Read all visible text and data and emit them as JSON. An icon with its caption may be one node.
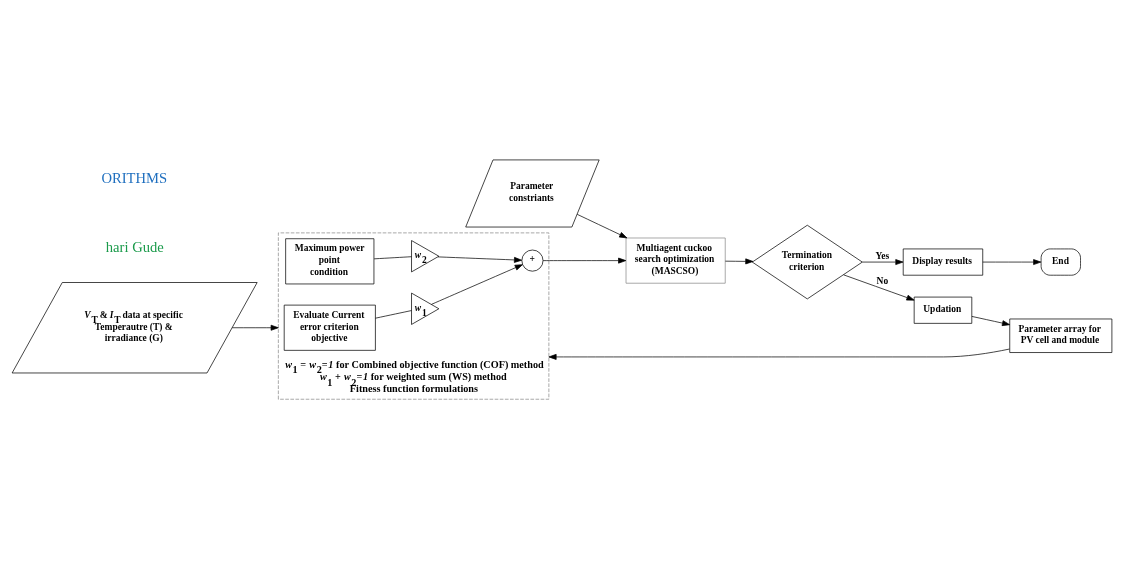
{
  "diagram": {
    "nodes": [
      {
        "text": [
          "*V*$_{T}$ & *I*$_{T}$ data at specific Temperautre (T) & irradiance (G)"
        ]
      },
      {
        "text": [
          "Parameter array for PV cell and module"
        ]
      },
      {
        "text": [
          "Updation"
        ]
      },
      {
        "text": [
          "*w*$_{1}$ = *w*$_{2}$=*1* for Combined objective function (COF) method",
          "*w*$_{1}$ + *w*$_{2}$=*1* for weighted sum (WS) method",
          "Fitness function formulations"
        ]
      },
      {
        "text": [
          "Evaluate Current error criterion objective"
        ],
        "in": 3
      },
      {
        "text": [
          "Maximum power point condition"
        ],
        "in": 3
      },
      {
        "text": [
          "*w*$_{1}$"
        ],
        "in": 3
      },
      {
        "text": [
          "*w*$_{2}$"
        ],
        "in": 3
      },
      {
        "text": [
          "+"
        ],
        "in": 3
      },
      {
        "text": [
          "Multiagent cuckoo search optimization (MASCSO)"
        ]
      },
      {
        "text": [
          "Termination criterion"
        ]
      },
      {
        "text": [
          "Parameter constriants"
        ]
      },
      {
        "text": [
          "Display results"
        ]
      },
      {
        "text": [
          "End"
        ]
      }
    ],
    "edges": [
      {
        "from": 0,
        "to": 3,
        "arrow": "to"
      },
      {
        "from": 1,
        "to": 3,
        "arrow": "to"
      },
      {
        "from": 2,
        "to": 1,
        "arrow": "to"
      },
      {
        "from": 4,
        "to": 6,
        "arrow": "none"
      },
      {
        "from": 5,
        "to": 7,
        "arrow": "none"
      },
      {
        "from": 6,
        "to": 8,
        "arrow": "to"
      },
      {
        "from": 7,
        "to": 8,
        "arrow": "to"
      },
      {
        "from": 8,
        "to": 9,
        "arrow": "to"
      },
      {
        "from": 11,
        "to": 9,
        "arrow": "to"
      },
      {
        "from": 9,
        "to": 10,
        "arrow": "to"
      },
      {
        "from": 10,
        "to": 2,
        "label": "No",
        "arrow": "to"
      },
      {
        "from": 10,
        "to": 12,
        "label": "Yes",
        "arrow": "to"
      },
      {
        "from": 12,
        "to": 13,
        "arrow": "to"
      }
    ],
    "labels": [
      "ORITHMS",
      "hari Gude"
    ]
  }
}
